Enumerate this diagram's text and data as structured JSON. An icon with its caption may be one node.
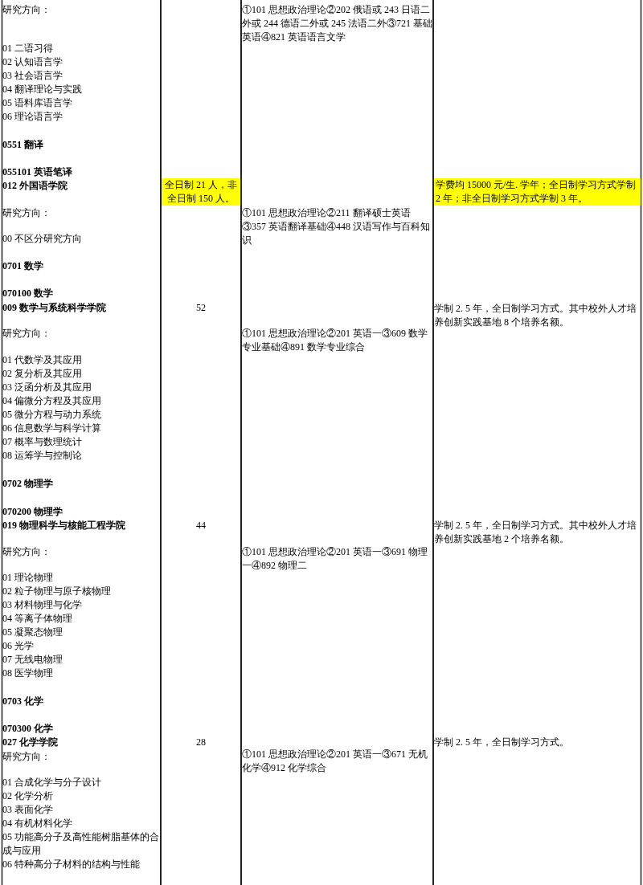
{
  "diagram": {
    "labels": [
      "研究方向：",
      "①101 思想政治理论②202 俄语或 243 日语二外或 244 德语二外或 245 法语二外③721 基础英语④821 英语语言文学",
      "01 二语习得",
      "02 认知语言学",
      "03 社会语言学",
      "04 翻译理论与实践",
      "05 语料库语言学",
      "06 理论语言学",
      "0551 翻译",
      "055101 英语笔译",
      "012 外国语学院",
      "全日制 21 人，非全日制 150 人。",
      "学费均 15000 元/生. 学年；全日制学习方式学制 2 年；非全日制学习方式学制 3 年。",
      "研究方向：",
      "①101 思想政治理论②211 翻译硕士英语③357 英语翻译基础④448 汉语写作与百科知识",
      "00 不区分研究方向",
      "0701 数学",
      "070100 数学",
      "009 数学与系统科学学院",
      "52",
      "学制 2. 5 年，全日制学习方式。其中校外人才培养创新实践基地 8 个培养名额。",
      "研究方向：",
      "①101 思想政治理论②201 英语一③609 数学专业基础④891 数学专业综合",
      "01 代数学及其应用",
      "02 复分析及其应用",
      "03 泛函分析及其应用",
      "04 偏微分方程及其应用",
      "05 微分方程与动力系统",
      "06 信息数学与科学计算",
      "07 概率与数理统计",
      "08 运筹学与控制论",
      "0702 物理学",
      "070200 物理学",
      "019 物理科学与核能工程学院",
      "44",
      "学制 2. 5 年，全日制学习方式。其中校外人才培养创新实践基地 2 个培养名额。",
      "研究方向：",
      "①101 思想政治理论②201 英语一③691 物理一④892 物理二",
      "01 理论物理",
      "02 粒子物理与原子核物理",
      "03 材料物理与化学",
      "04 等离子体物理",
      "05 凝聚态物理",
      "06 光学",
      "07 无线电物理",
      "08 医学物理",
      "0703 化学",
      "070300 化学",
      "027 化学学院",
      "28",
      "学制 2. 5 年，全日制学习方式。",
      "研究方向：",
      "①101 思想政治理论②201 英语一③671 无机化学④912 化学综合",
      "01 合成化学与分子设计",
      "02 化学分析",
      "03 表面化学",
      "04 有机材料化学",
      "05 功能高分子及高性能树脂基体的合成与应用",
      "06 特种高分子材料的结构与性能"
    ]
  }
}
